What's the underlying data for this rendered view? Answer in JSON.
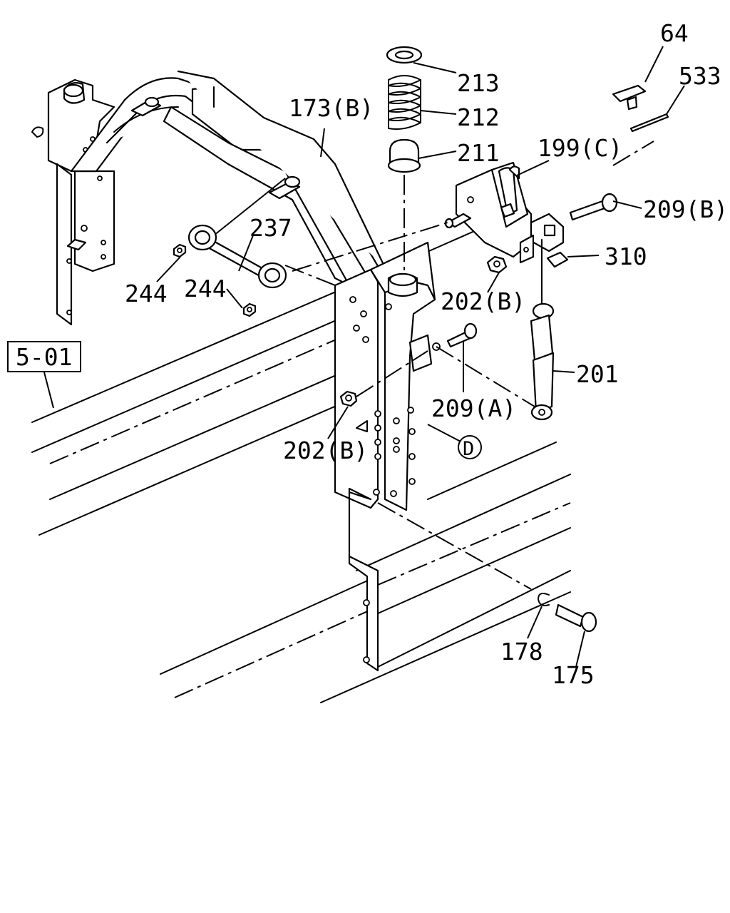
{
  "callouts": {
    "c64": "64",
    "c533": "533",
    "c213": "213",
    "c212": "212",
    "c211": "211",
    "c173b": "173(B)",
    "c199c": "199(C)",
    "c209b": "209(B)",
    "c237": "237",
    "c310": "310",
    "c244a": "244",
    "c244b": "244",
    "c202b_top": "202(B)",
    "c501": "5-01",
    "c201": "201",
    "c209a": "209(A)",
    "c202b_bottom": "202(B)",
    "cD": "D",
    "c178": "178",
    "c175": "175"
  },
  "colors": {
    "line": "#000000",
    "background": "#ffffff"
  }
}
